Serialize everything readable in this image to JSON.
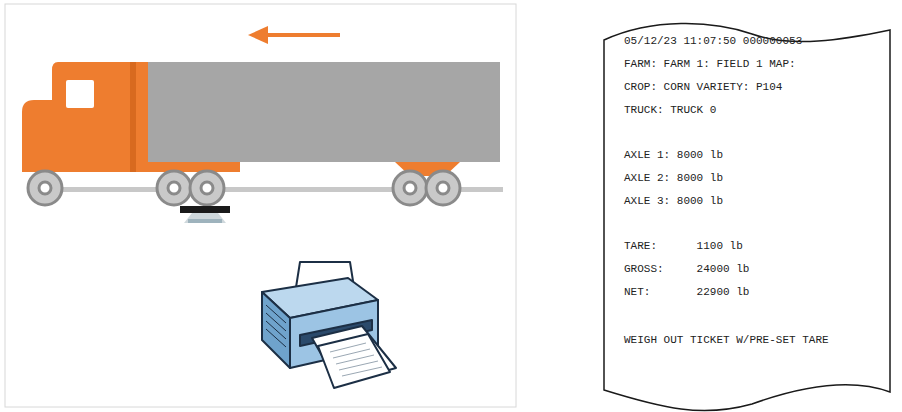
{
  "diagram": {
    "nodes": [
      {
        "text": [
          "05/12/23 11:07:50 000000053",
          "FARM: FARM 1: FIELD 1 MAP:",
          "CROP: CORN VARIETY: P104",
          "TRUCK: TRUCK 0",
          "AXLE 1: 8000 lb",
          "AXLE 2: 8000 lb",
          "AXLE 3: 8000 lb",
          "TARE:      1100 lb",
          "GROSS:     24000 lb",
          "NET:       22900 lb",
          "WEIGH OUT TICKET W/PRE-SET TARE"
        ]
      }
    ]
  }
}
